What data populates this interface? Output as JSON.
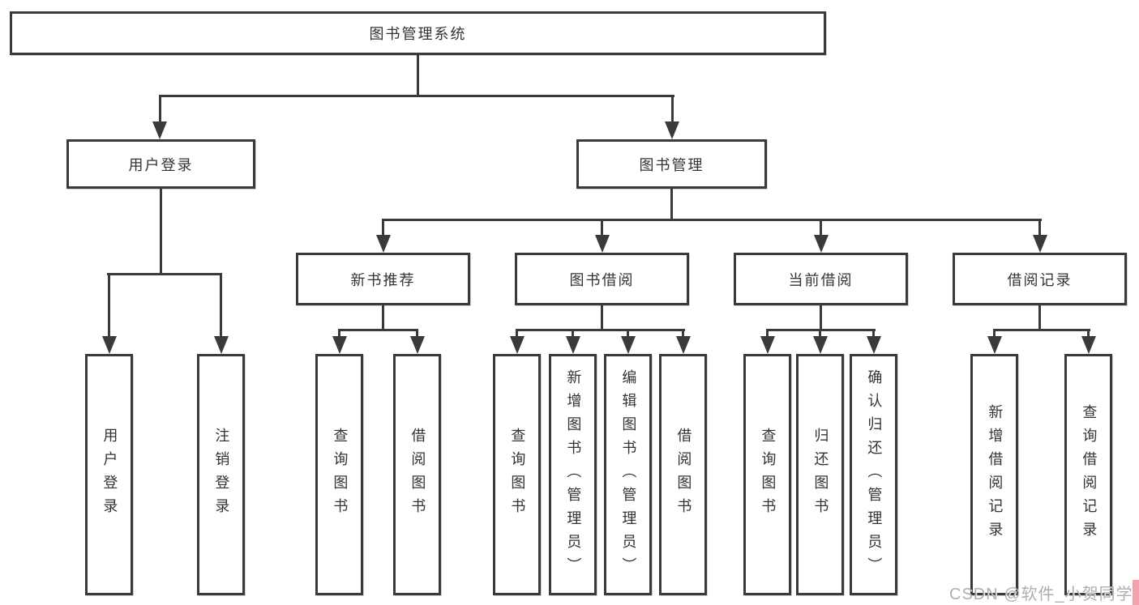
{
  "root": {
    "label": "图书管理系统"
  },
  "level2": {
    "user_login": {
      "label": "用户登录"
    },
    "book_mgmt": {
      "label": "图书管理"
    }
  },
  "level3": {
    "new_books": {
      "label": "新书推荐"
    },
    "book_borrow": {
      "label": "图书借阅"
    },
    "current_borrow": {
      "label": "当前借阅"
    },
    "borrow_records": {
      "label": "借阅记录"
    }
  },
  "leaves": {
    "login": [
      "用户登录",
      "注销登录"
    ],
    "new_books": [
      "查询图书",
      "借阅图书"
    ],
    "book_borrow": [
      "查询图书",
      "新增图书（管理员）",
      "编辑图书（管理员）",
      "借阅图书"
    ],
    "current_borrow": [
      "查询图书",
      "归还图书",
      "确认归还（管理员）"
    ],
    "borrow_records": [
      "新增借阅记录",
      "查询借阅记录"
    ]
  },
  "watermark": {
    "text": "CSDN @软件_小贺同学",
    "color": "#aaaaaa",
    "accent_color": "#f2a2ac"
  },
  "colors": {
    "line": "#3a3a3a",
    "text": "#333333",
    "background": "#ffffff"
  }
}
